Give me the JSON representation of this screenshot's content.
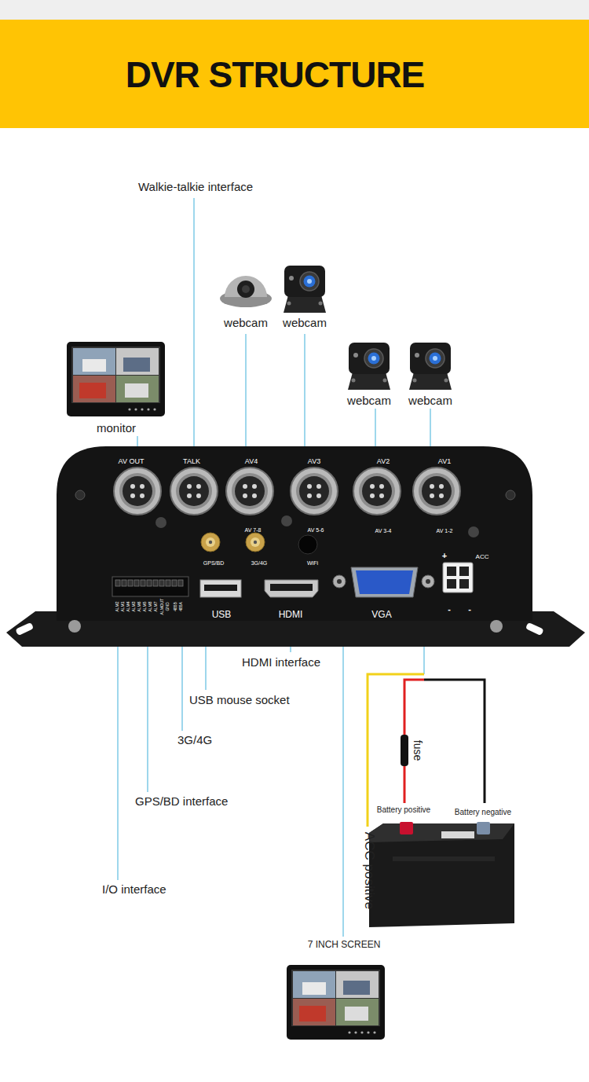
{
  "diagram": {
    "title": "DVR STRUCTURE",
    "labels": [
      "Walkie-talkie interface",
      "webcam",
      "webcam",
      "webcam",
      "webcam",
      "monitor",
      "AV OUT",
      "TALK",
      "AV4",
      "AV3",
      "AV2",
      "AV1",
      "AV 7-8",
      "AV 5-6",
      "AV 3-4",
      "AV 1-2",
      "GPS/BD",
      "3G/4G",
      "WiFi",
      "+",
      "ACC",
      "-",
      "-",
      "USB",
      "HDMI",
      "VGA",
      "ALM2",
      "ALM1",
      "ALM4",
      "ALM3",
      "ALM6",
      "ALM5",
      "ALM8",
      "ALM7",
      "ALMOUT",
      "GND",
      "485B",
      "485A",
      "HDMI interface",
      "USB mouse socket",
      "3G/4G",
      "GPS/BD interface",
      "I/O interface",
      "fuse",
      "Battery positive",
      "Battery negative",
      "ACC positive",
      "7 INCH SCREEN"
    ]
  }
}
